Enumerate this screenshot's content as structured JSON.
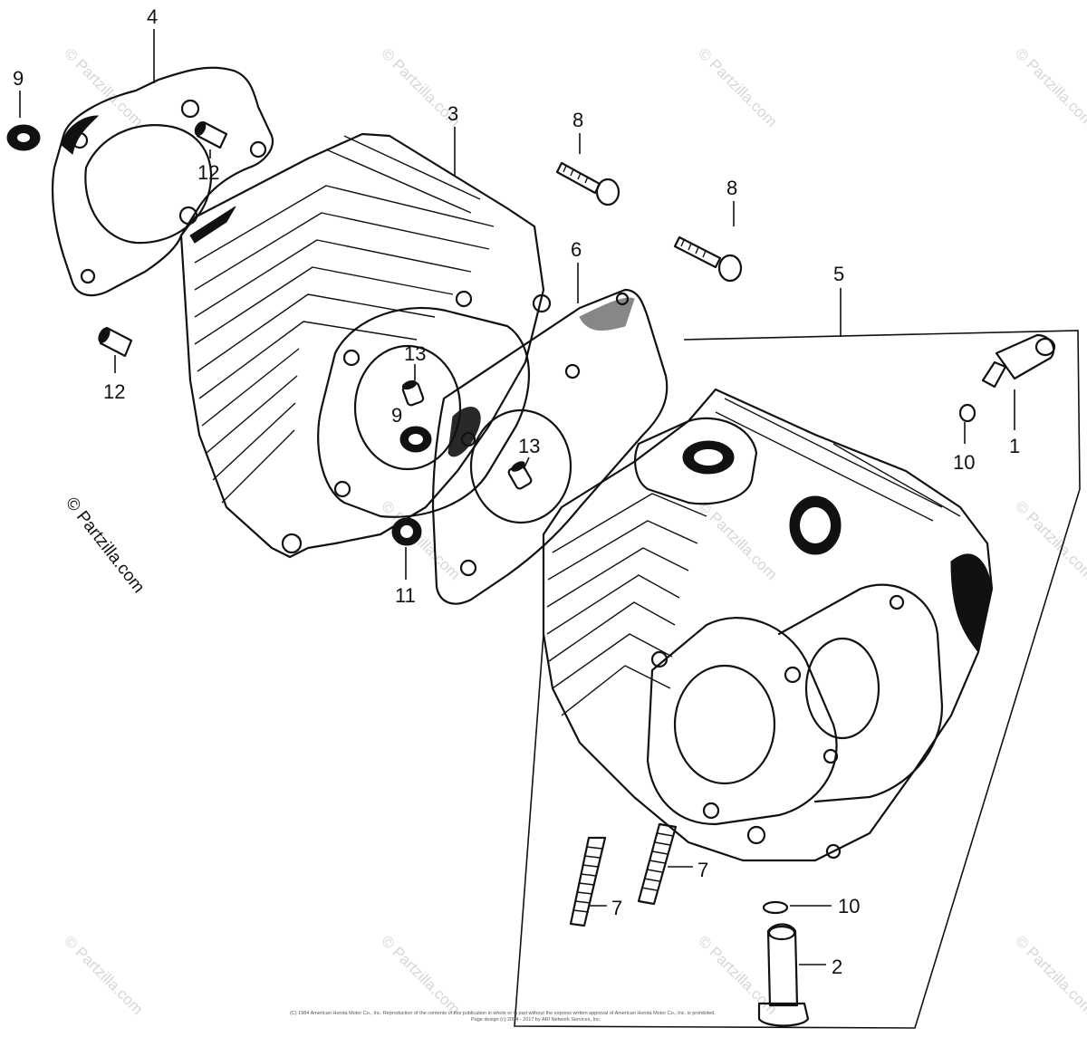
{
  "diagram": {
    "callouts": {
      "c1": "1",
      "c2": "2",
      "c3": "3",
      "c4": "4",
      "c5": "5",
      "c6": "6",
      "c7a": "7",
      "c7b": "7",
      "c8a": "8",
      "c8b": "8",
      "c9a": "9",
      "c9b": "9",
      "c10a": "10",
      "c10b": "10",
      "c11": "11",
      "c12a": "12",
      "c12b": "12",
      "c13a": "13",
      "c13b": "13"
    },
    "watermark_text": "© Partzilla.com",
    "copyright_line1": "(C) 1984 American Honda Motor Co., Inc. Reproduction of the contents of this publication in whole or in part without the express written approval of American Honda Motor Co., Inc. is prohibited.",
    "copyright_line2": "Page design (c) 2004 - 2017 by ARI Network Services, Inc."
  }
}
